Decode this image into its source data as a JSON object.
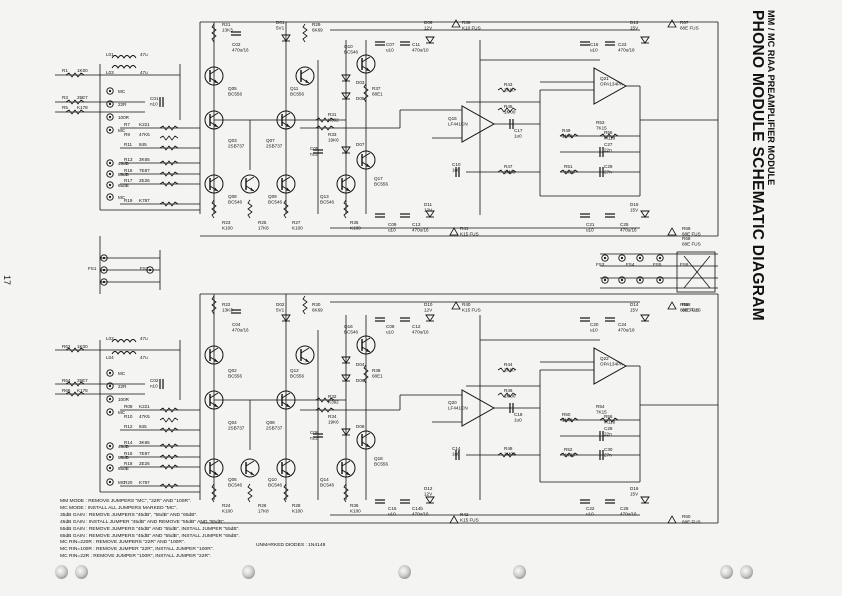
{
  "title": "PHONO MODULE SCHEMATIC DIAGRAM",
  "subtitle": "MM / MC RIAA PREAMPLIFIER MODULE",
  "page_number": "17",
  "unmarked_diodes_note": "UNMARKED DIODES : 1N4148",
  "mode_notes": [
    "MM MODE        : REMOVE JUMPERS \"MC\", \"22R\" AND \"100R\".",
    "MC MODE        : INSTALL ALL JUMPERS MARKED \"MC\".",
    "35dB GAIN      : REMOVE JUMPERS \"45dB\", \"55dB\" AND \"65dB\".",
    "45dB GAIN      : INSTALL JUMPER \"45dB\" AND REMOVE \"55dB\" AND \"65dB\".",
    "55dB GAIN      : REMOVE JUMPERS \"45dB\" AND \"65dB\", INSTALL JUMPER \"55dB\".",
    "65dB GAIN      : REMOVE JUMPERS \"45dB\" AND \"55dB\", INSTALL JUMPER \"65dB\".",
    "MC RIN=220R  : REMOVE JUMPERS \"22R\" AND \"100R\".",
    "MC RIN=100R  : REMOVE JUMPER \"22R\", INSTALL JUMPER \"100R\".",
    "MC RIN=22R    : REMOVE JUMPER \"100R\", INSTALL JUMPER \"22R\"."
  ],
  "upper": {
    "inputs": [
      "MC",
      "22R",
      "100R",
      "MC",
      "45dB",
      "55dB",
      "65dB",
      "MC"
    ],
    "resistors_left": [
      {
        "ref": "R1",
        "val": "1K00"
      },
      {
        "ref": "R3",
        "val": "25E7"
      },
      {
        "ref": "R5",
        "val": "K178"
      },
      {
        "ref": "R7",
        "val": "K221"
      },
      {
        "ref": "R9",
        "val": "47K5"
      },
      {
        "ref": "R11",
        "val": "845"
      },
      {
        "ref": "R13",
        "val": "3K65"
      },
      {
        "ref": "R15",
        "val": "7E87"
      },
      {
        "ref": "R17",
        "val": "2E26"
      },
      {
        "ref": "R19",
        "val": "K787"
      }
    ],
    "coils": [
      {
        "ref": "L01",
        "val": "47u"
      },
      {
        "ref": "L03",
        "val": "47u"
      }
    ],
    "top_parts": [
      {
        "ref": "R21",
        "val": "13K3"
      },
      {
        "ref": "C02",
        "val": "470u/16"
      },
      {
        "ref": "D01",
        "val": "5V1"
      },
      {
        "ref": "R29",
        "val": "6K69"
      },
      {
        "ref": "Q10",
        "val": "BC546"
      },
      {
        "ref": "C07",
        "val": "u10"
      },
      {
        "ref": "C11",
        "val": "470u/10"
      },
      {
        "ref": "D09",
        "val": "12V"
      },
      {
        "ref": "R39",
        "val": "K10 FUS"
      },
      {
        "ref": "C16",
        "val": "u10"
      },
      {
        "ref": "D13",
        "val": "15V"
      },
      {
        "ref": "C23",
        "val": "470u/16"
      },
      {
        "ref": "R67",
        "val": "68E FUS"
      }
    ],
    "transistors": [
      {
        "ref": "Q05",
        "val": "BC556"
      },
      {
        "ref": "Q11",
        "val": "BC556"
      },
      {
        "ref": "Q03",
        "val": "2SB737"
      },
      {
        "ref": "Q07",
        "val": "2SB737"
      },
      {
        "ref": "Q08",
        "val": "BC546"
      },
      {
        "ref": "Q09",
        "val": "BC546"
      },
      {
        "ref": "Q13",
        "val": "BC546"
      },
      {
        "ref": "Q17",
        "val": "BC556"
      }
    ],
    "misc": [
      {
        "ref": "C01",
        "val": "n10"
      },
      {
        "ref": "R31",
        "val": "K392"
      },
      {
        "ref": "R33",
        "val": "19K6"
      },
      {
        "ref": "R37",
        "val": "68E1"
      },
      {
        "ref": "D03",
        "val": ""
      },
      {
        "ref": "D05",
        "val": ""
      },
      {
        "ref": "D07",
        "val": ""
      },
      {
        "ref": "C05",
        "val": "n22"
      },
      {
        "ref": "Q15",
        "val": "LF441CN"
      },
      {
        "ref": "C10",
        "val": "1u0"
      },
      {
        "ref": "R45",
        "val": "1M00"
      },
      {
        "ref": "C17",
        "val": "1u0"
      },
      {
        "ref": "R43",
        "val": "2K80"
      },
      {
        "ref": "R47",
        "val": "1M00"
      },
      {
        "ref": "Q21",
        "val": "OPA134PA"
      },
      {
        "ref": "R49",
        "val": "11K8"
      },
      {
        "ref": "R53",
        "val": "7K15"
      },
      {
        "ref": "R55",
        "val": "M118"
      },
      {
        "ref": "C27",
        "val": "22n"
      },
      {
        "ref": "R51",
        "val": "1K26"
      },
      {
        "ref": "C29",
        "val": "27n"
      },
      {
        "ref": "R23",
        "val": "K100"
      },
      {
        "ref": "R25",
        "val": "17K8"
      },
      {
        "ref": "R27",
        "val": "K100"
      },
      {
        "ref": "R35",
        "val": "K100"
      },
      {
        "ref": "C09",
        "val": "u10"
      },
      {
        "ref": "C13",
        "val": "470u/16"
      },
      {
        "ref": "D11",
        "val": "12V"
      },
      {
        "ref": "R41",
        "val": "K15 FUS"
      },
      {
        "ref": "C21",
        "val": "u10"
      },
      {
        "ref": "D15",
        "val": "15V"
      },
      {
        "ref": "C25",
        "val": "470u/16"
      },
      {
        "ref": "R69",
        "val": "68E FUS"
      }
    ]
  },
  "lower": {
    "inputs": [
      "MC",
      "22R",
      "100R",
      "MC",
      "45dB",
      "55dB",
      "65dB",
      "MC"
    ],
    "resistors_left": [
      {
        "ref": "R62",
        "val": "1K00"
      },
      {
        "ref": "R64",
        "val": "25E7"
      },
      {
        "ref": "R66",
        "val": "K178"
      },
      {
        "ref": "R08",
        "val": "K221"
      },
      {
        "ref": "R10",
        "val": "47K5"
      },
      {
        "ref": "R12",
        "val": "845"
      },
      {
        "ref": "R14",
        "val": "3K65"
      },
      {
        "ref": "R16",
        "val": "7E87"
      },
      {
        "ref": "R18",
        "val": "2E26"
      },
      {
        "ref": "R20",
        "val": "K787"
      }
    ],
    "coils": [
      {
        "ref": "L02",
        "val": "47u"
      },
      {
        "ref": "L04",
        "val": "47u"
      }
    ],
    "top_parts": [
      {
        "ref": "R22",
        "val": "13K3"
      },
      {
        "ref": "C04",
        "val": "470u/16"
      },
      {
        "ref": "D02",
        "val": "5V1"
      },
      {
        "ref": "R30",
        "val": "6K69"
      },
      {
        "ref": "Q16",
        "val": "BC546"
      },
      {
        "ref": "C08",
        "val": "u10"
      },
      {
        "ref": "C12",
        "val": "470u/16"
      },
      {
        "ref": "D10",
        "val": "12V"
      },
      {
        "ref": "R40",
        "val": "K15 FUS"
      },
      {
        "ref": "C20",
        "val": "u10"
      },
      {
        "ref": "D14",
        "val": "15V"
      },
      {
        "ref": "C24",
        "val": "470u/16"
      },
      {
        "ref": "R58",
        "val": "68E FUS"
      }
    ],
    "transistors": [
      {
        "ref": "Q02",
        "val": "BC556"
      },
      {
        "ref": "Q12",
        "val": "BC556"
      },
      {
        "ref": "Q04",
        "val": "2SB737"
      },
      {
        "ref": "Q08",
        "val": "2SB737"
      },
      {
        "ref": "Q06",
        "val": "BC546"
      },
      {
        "ref": "Q10",
        "val": "BC546"
      },
      {
        "ref": "Q14",
        "val": "BC546"
      },
      {
        "ref": "Q18",
        "val": "BC556"
      }
    ],
    "misc": [
      {
        "ref": "C02",
        "val": "n10"
      },
      {
        "ref": "R32",
        "val": "K392"
      },
      {
        "ref": "R34",
        "val": "19K6"
      },
      {
        "ref": "R38",
        "val": "68E1"
      },
      {
        "ref": "D04",
        "val": ""
      },
      {
        "ref": "D06",
        "val": ""
      },
      {
        "ref": "D08",
        "val": ""
      },
      {
        "ref": "C06",
        "val": "n22"
      },
      {
        "ref": "Q20",
        "val": "LF441CN"
      },
      {
        "ref": "C14",
        "val": "1u0"
      },
      {
        "ref": "R46",
        "val": "1M00"
      },
      {
        "ref": "C18",
        "val": "1u0"
      },
      {
        "ref": "R44",
        "val": "2K80"
      },
      {
        "ref": "R48",
        "val": "1M00"
      },
      {
        "ref": "Q22",
        "val": "OPA134PA"
      },
      {
        "ref": "R50",
        "val": "11K8"
      },
      {
        "ref": "R54",
        "val": "7K15"
      },
      {
        "ref": "R56",
        "val": "M118"
      },
      {
        "ref": "C28",
        "val": "22n"
      },
      {
        "ref": "R52",
        "val": "1K33"
      },
      {
        "ref": "C30",
        "val": "27n"
      },
      {
        "ref": "R24",
        "val": "K100"
      },
      {
        "ref": "R26",
        "val": "17K8"
      },
      {
        "ref": "R28",
        "val": "K100"
      },
      {
        "ref": "R36",
        "val": "K100"
      },
      {
        "ref": "C15",
        "val": "u10"
      },
      {
        "ref": "C14b",
        "val": "470u/16"
      },
      {
        "ref": "D12",
        "val": "12V"
      },
      {
        "ref": "R42",
        "val": "K15 FUS"
      },
      {
        "ref": "C22",
        "val": "u10"
      },
      {
        "ref": "D16",
        "val": "15V"
      },
      {
        "ref": "C26",
        "val": "470u/16"
      },
      {
        "ref": "R60",
        "val": "68E FUS"
      }
    ]
  },
  "connectors": {
    "fuse_left": [
      "FS1",
      "FS2"
    ],
    "fuse_right": [
      "FS3",
      "FS4",
      "FS5",
      "FS6"
    ],
    "r68": {
      "ref": "R68",
      "val": "68E FUS"
    },
    "r58": {
      "ref": "R58",
      "val": "68E FUS"
    }
  }
}
